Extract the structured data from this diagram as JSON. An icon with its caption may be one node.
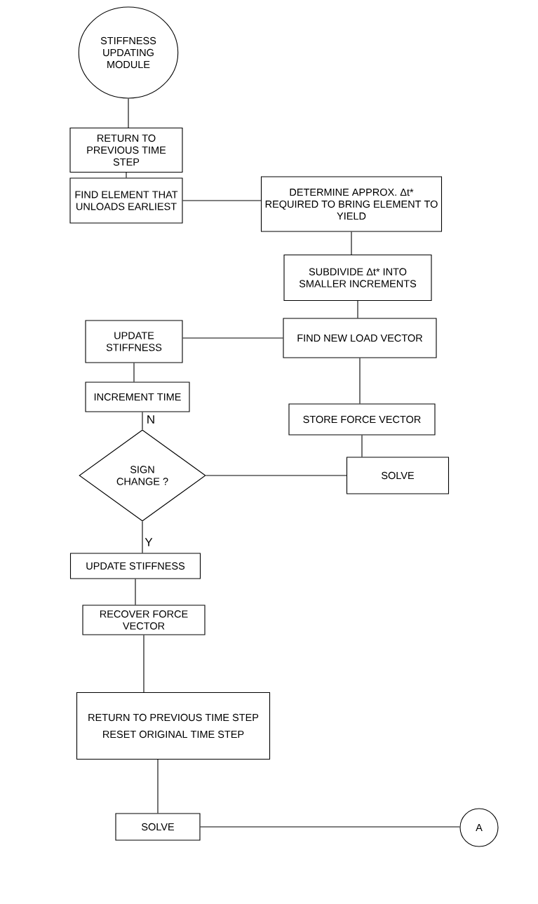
{
  "diagram": {
    "nodes": [
      {
        "text": [
          "STIFFNESS UPDATING MODULE"
        ]
      },
      {
        "text": [
          "RETURN TO PREVIOUS TIME STEP"
        ]
      },
      {
        "text": [
          "FIND ELEMENT THAT UNLOADS EARLIEST"
        ]
      },
      {
        "text": [
          "DETERMINE APPROX. Δt* REQUIRED TO BRING ELEMENT TO YIELD"
        ]
      },
      {
        "text": [
          "SUBDIVIDE Δt* INTO SMALLER INCREMENTS"
        ]
      },
      {
        "text": [
          "UPDATE STIFFNESS"
        ]
      },
      {
        "text": [
          "FIND NEW LOAD VECTOR"
        ]
      },
      {
        "text": [
          "INCREMENT TIME"
        ]
      },
      {
        "text": [
          "SIGN CHANGE ?"
        ]
      },
      {
        "text": [
          "STORE FORCE VECTOR"
        ]
      },
      {
        "text": [
          "SOLVE"
        ]
      },
      {
        "text": [
          "UPDATE STIFFNESS"
        ]
      },
      {
        "text": [
          "RECOVER FORCE VECTOR"
        ]
      },
      {
        "text": [
          "RETURN TO PREVIOUS TIME STEP",
          "RESET ORIGINAL TIME STEP"
        ]
      },
      {
        "text": [
          "SOLVE"
        ]
      },
      {
        "text": [
          "A"
        ]
      }
    ],
    "edges": [
      {
        "from": 0,
        "to": 1,
        "arrow": "none"
      },
      {
        "from": 1,
        "to": 2,
        "arrow": "none"
      },
      {
        "from": 2,
        "to": 3,
        "arrow": "none"
      },
      {
        "from": 3,
        "to": 4,
        "arrow": "none"
      },
      {
        "from": 4,
        "to": 6,
        "arrow": "none"
      },
      {
        "from": 6,
        "to": 5,
        "arrow": "none"
      },
      {
        "from": 5,
        "to": 7,
        "arrow": "none"
      },
      {
        "from": 7,
        "to": 8,
        "arrow": "none",
        "label": "N"
      },
      {
        "from": 6,
        "to": 9,
        "arrow": "none"
      },
      {
        "from": 9,
        "to": 10,
        "arrow": "none"
      },
      {
        "from": 10,
        "to": 8,
        "arrow": "none"
      },
      {
        "from": 8,
        "to": 11,
        "arrow": "none",
        "label": "Y"
      },
      {
        "from": 11,
        "to": 12,
        "arrow": "none"
      },
      {
        "from": 12,
        "to": 13,
        "arrow": "none"
      },
      {
        "from": 13,
        "to": 14,
        "arrow": "none"
      },
      {
        "from": 14,
        "to": 15,
        "arrow": "none"
      }
    ]
  }
}
